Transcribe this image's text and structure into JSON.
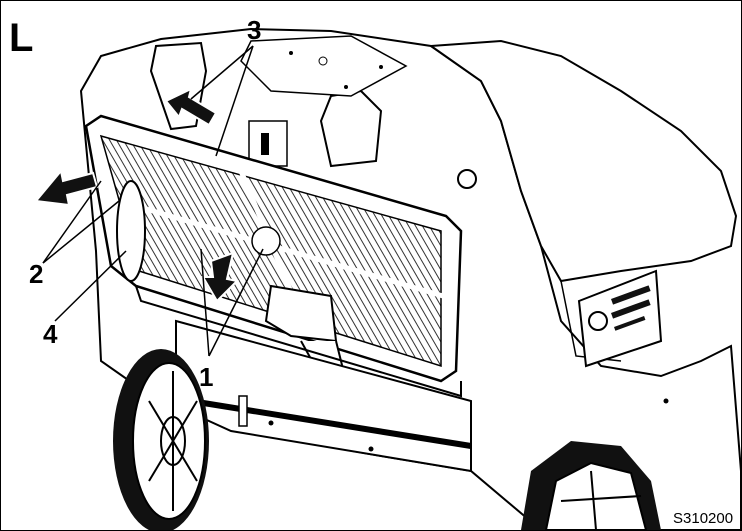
{
  "panel_label": "L",
  "callouts": {
    "c1": "1",
    "c2": "2",
    "c3": "3",
    "c4": "4"
  },
  "figure_code": "S310200",
  "colors": {
    "ink": "#000000",
    "fill": "#ffffff",
    "grille": "#444444"
  }
}
